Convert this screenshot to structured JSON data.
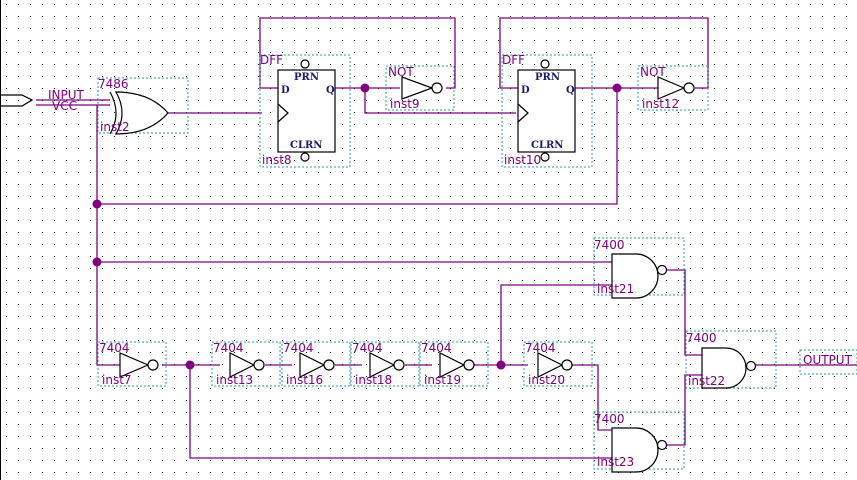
{
  "input": {
    "label": "INPUT",
    "sublabel": "VCC"
  },
  "output": {
    "label": "OUTPUT"
  },
  "components": {
    "xor": {
      "part": "7486",
      "inst": "inst2"
    },
    "dff1": {
      "part": "DFF",
      "inst": "inst8",
      "pins": {
        "prn": "PRN",
        "clrn": "CLRN",
        "d": "D",
        "q": "Q"
      }
    },
    "not9": {
      "part": "NOT",
      "inst": "inst9"
    },
    "dff2": {
      "part": "DFF",
      "inst": "inst10",
      "pins": {
        "prn": "PRN",
        "clrn": "CLRN",
        "d": "D",
        "q": "Q"
      }
    },
    "not12": {
      "part": "NOT",
      "inst": "inst12"
    },
    "nand21": {
      "part": "7400",
      "inst": "inst21"
    },
    "nand22": {
      "part": "7400",
      "inst": "inst22"
    },
    "nand23": {
      "part": "7400",
      "inst": "inst23"
    },
    "inv7": {
      "part": "7404",
      "inst": "inst7"
    },
    "inv13": {
      "part": "7404",
      "inst": "inst13"
    },
    "inv16": {
      "part": "7404",
      "inst": "inst16"
    },
    "inv18": {
      "part": "7404",
      "inst": "inst18"
    },
    "inv19": {
      "part": "7404",
      "inst": "inst19"
    },
    "inv20": {
      "part": "7404",
      "inst": "inst20"
    }
  },
  "colors": {
    "wire": "#800080",
    "frame": "#2a9d9d",
    "grid": "#000000"
  }
}
